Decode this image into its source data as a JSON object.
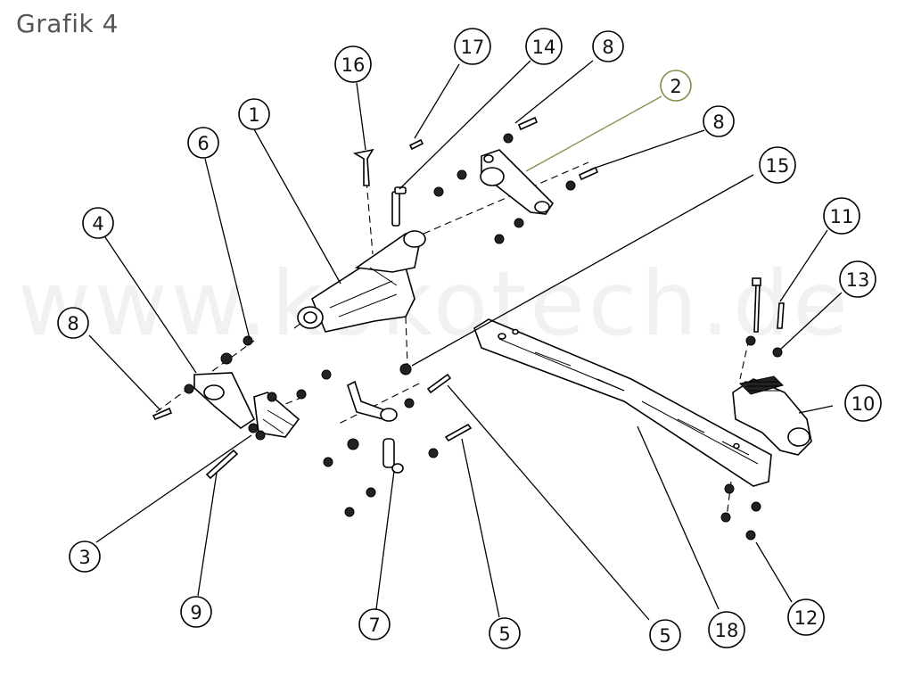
{
  "title": "Grafik 4",
  "watermark": "www.kokotech.de",
  "colors": {
    "callout_highlight": "#8a8a4a",
    "title": "#555555",
    "watermark": "#f1f1f1"
  },
  "callouts": {
    "c1": "1",
    "c2": "2",
    "c3": "3",
    "c4": "4",
    "c5a": "5",
    "c5b": "5",
    "c6": "6",
    "c7": "7",
    "c8a": "8",
    "c8b": "8",
    "c8c": "8",
    "c9": "9",
    "c10": "10",
    "c11": "11",
    "c12": "12",
    "c13": "13",
    "c14": "14",
    "c15": "15",
    "c16": "16",
    "c17": "17",
    "c18": "18"
  }
}
